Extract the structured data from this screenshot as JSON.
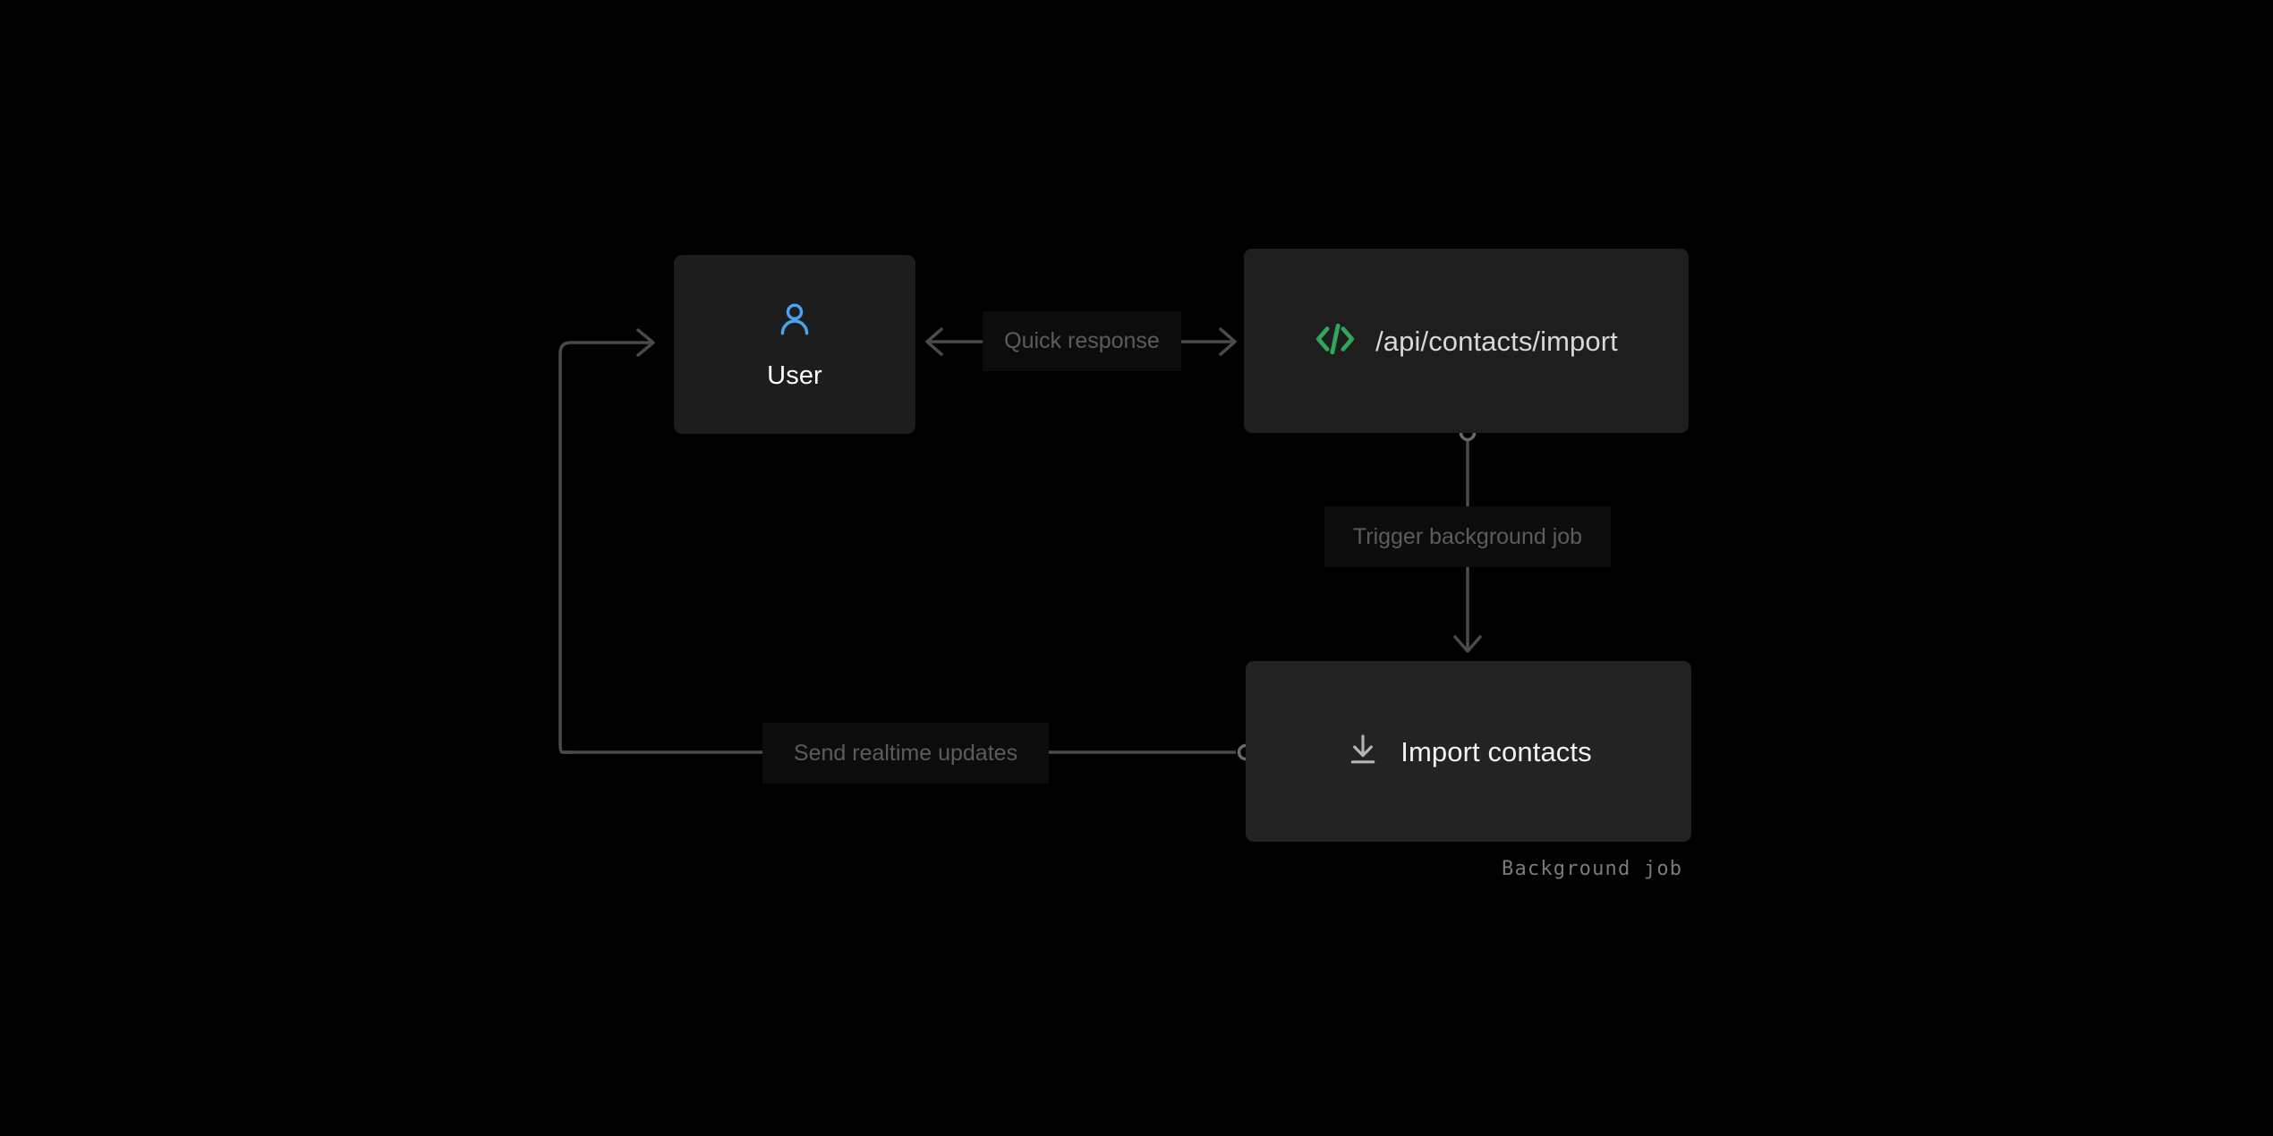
{
  "diagram": {
    "background_color": "#000000",
    "edge_color": "#4a4a4a",
    "nodes": [
      {
        "id": "user",
        "label": "User",
        "icon": "user-icon",
        "icon_color": "#4aa3f0",
        "card_color": "#1d1d1d",
        "text_color": "#ffffff"
      },
      {
        "id": "api",
        "label": "/api/contacts/import",
        "icon": "code-brackets-icon",
        "icon_color": "#2fa85e",
        "card_color": "#1e1e1e",
        "text_color": "#d8d8d8"
      },
      {
        "id": "job",
        "label": "Import contacts",
        "icon": "download-icon",
        "icon_color": "#b5b5b5",
        "card_color": "#232323",
        "text_color": "#f2f2f2",
        "caption": "Background job"
      }
    ],
    "edges": [
      {
        "id": "quick-response",
        "label": "Quick response",
        "from": "api",
        "to": "user",
        "direction": "bidirectional"
      },
      {
        "id": "trigger-job",
        "label": "Trigger background job",
        "from": "api",
        "to": "job",
        "direction": "down"
      },
      {
        "id": "realtime-updates",
        "label": "Send realtime updates",
        "from": "job",
        "to": "user",
        "direction": "left-loop"
      }
    ]
  }
}
